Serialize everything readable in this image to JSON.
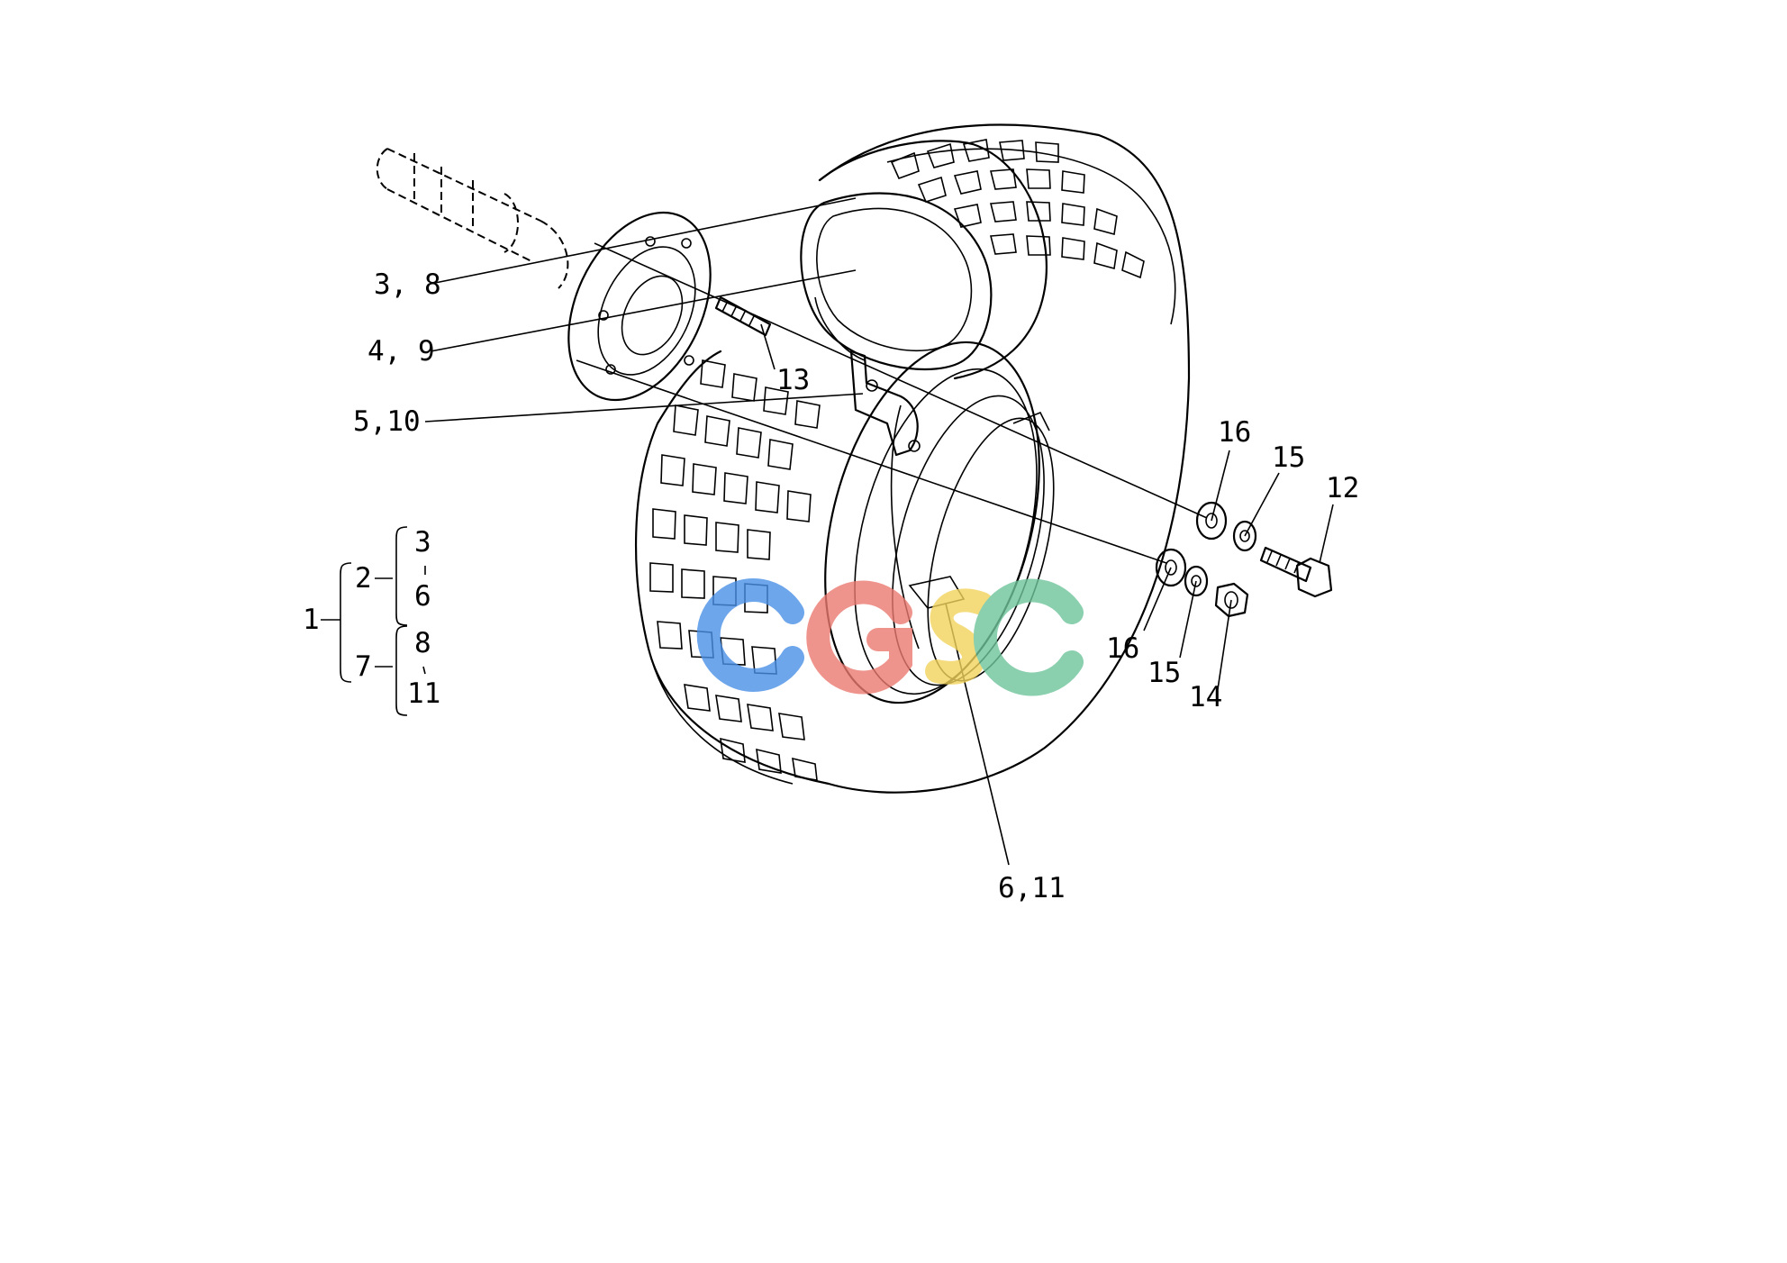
{
  "diagram": {
    "callouts": {
      "c38": "3, 8",
      "c49": "4, 9",
      "c510": "5,10",
      "c13": "13",
      "c611": "6,11",
      "c16a": "16",
      "c15a": "15",
      "c12": "12",
      "c16b": "16",
      "c15b": "15",
      "c14": "14"
    },
    "hierarchy": {
      "root": "1",
      "group_a": "2",
      "group_a_from": "3",
      "group_a_to": "6",
      "group_b": "7",
      "group_b_from": "8",
      "group_b_to": "11"
    },
    "watermark": {
      "letters": [
        "C",
        "G",
        "S",
        "C"
      ],
      "colors": [
        "#4a90e8",
        "#ec7a70",
        "#f2d45c",
        "#6ec49a"
      ]
    },
    "stroke_color": "#000000",
    "background": "#ffffff"
  }
}
